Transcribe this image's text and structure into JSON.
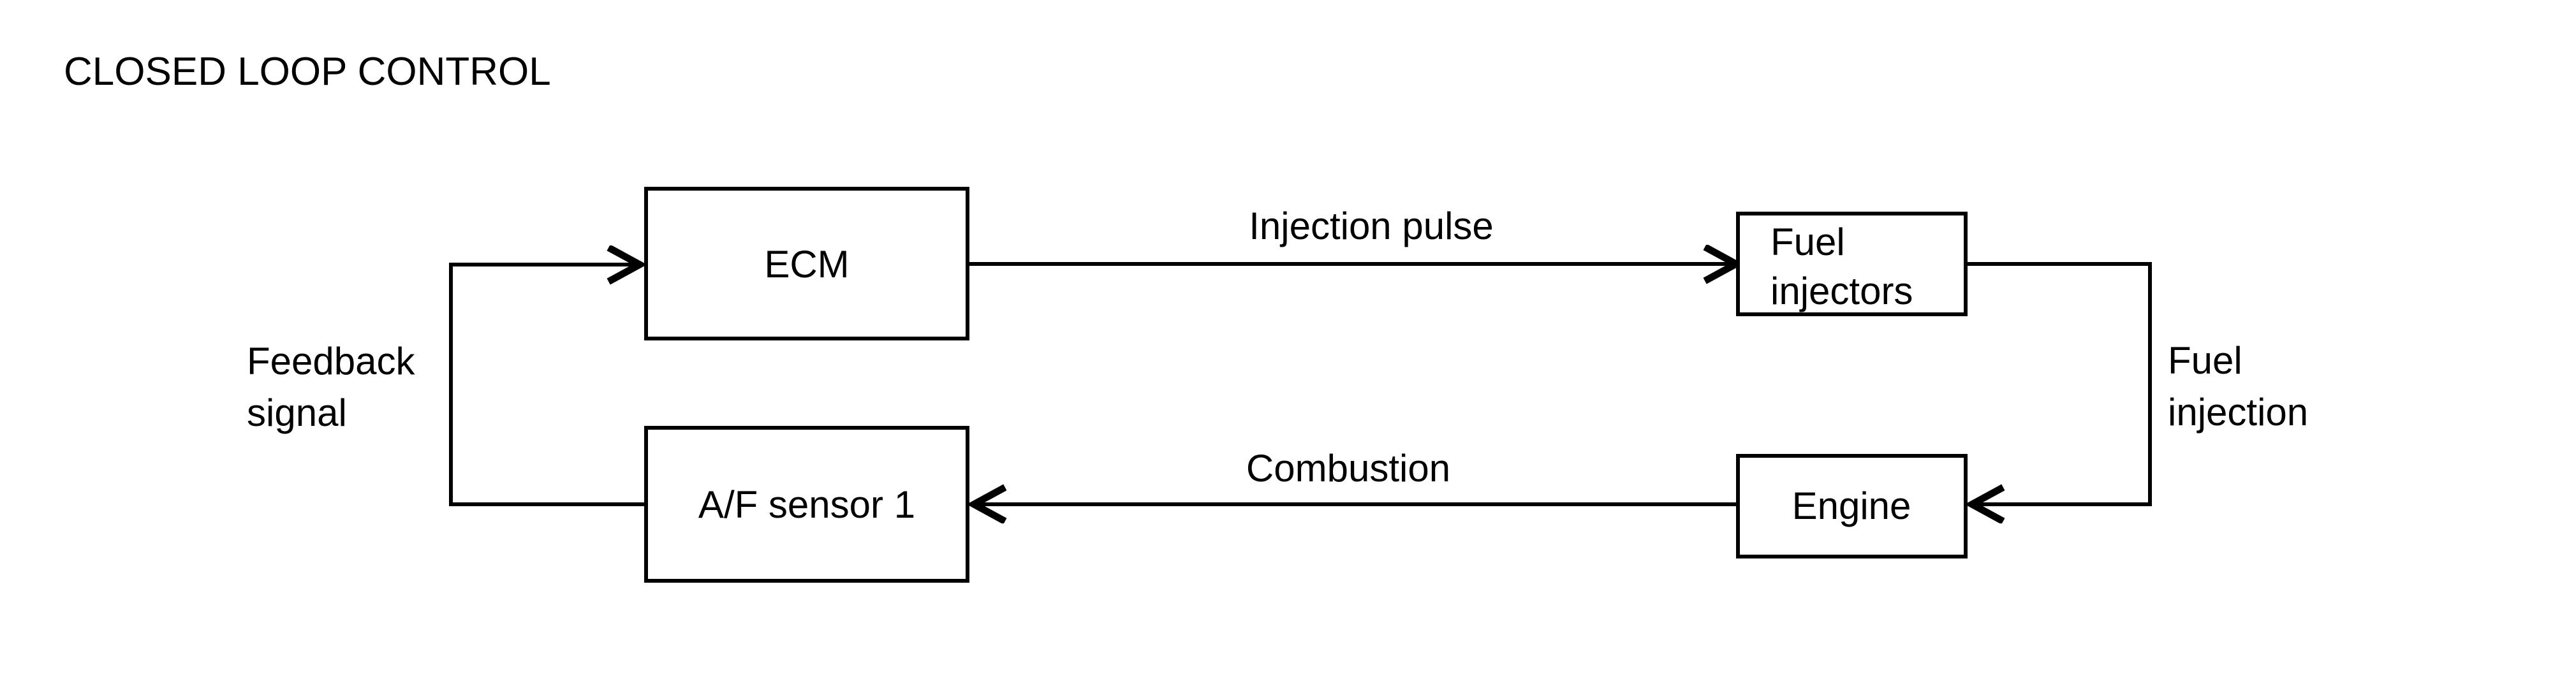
{
  "title": "CLOSED LOOP CONTROL",
  "colors": {
    "ink": "#000000",
    "background": "#ffffff"
  },
  "nodes": {
    "ecm": {
      "label": "ECM"
    },
    "fuel_injectors": {
      "line1": "Fuel",
      "line2": "injectors"
    },
    "engine": {
      "label": "Engine"
    },
    "af_sensor": {
      "label": "A/F sensor 1"
    }
  },
  "edges": {
    "injection_pulse": {
      "label": "Injection pulse",
      "from": "ECM",
      "to": "Fuel injectors"
    },
    "fuel_injection": {
      "line1": "Fuel",
      "line2": "injection",
      "from": "Fuel injectors",
      "to": "Engine"
    },
    "combustion": {
      "label": "Combustion",
      "from": "Engine",
      "to": "A/F sensor 1"
    },
    "feedback_signal": {
      "line1": "Feedback",
      "line2": "signal",
      "from": "A/F sensor 1",
      "to": "ECM"
    }
  }
}
